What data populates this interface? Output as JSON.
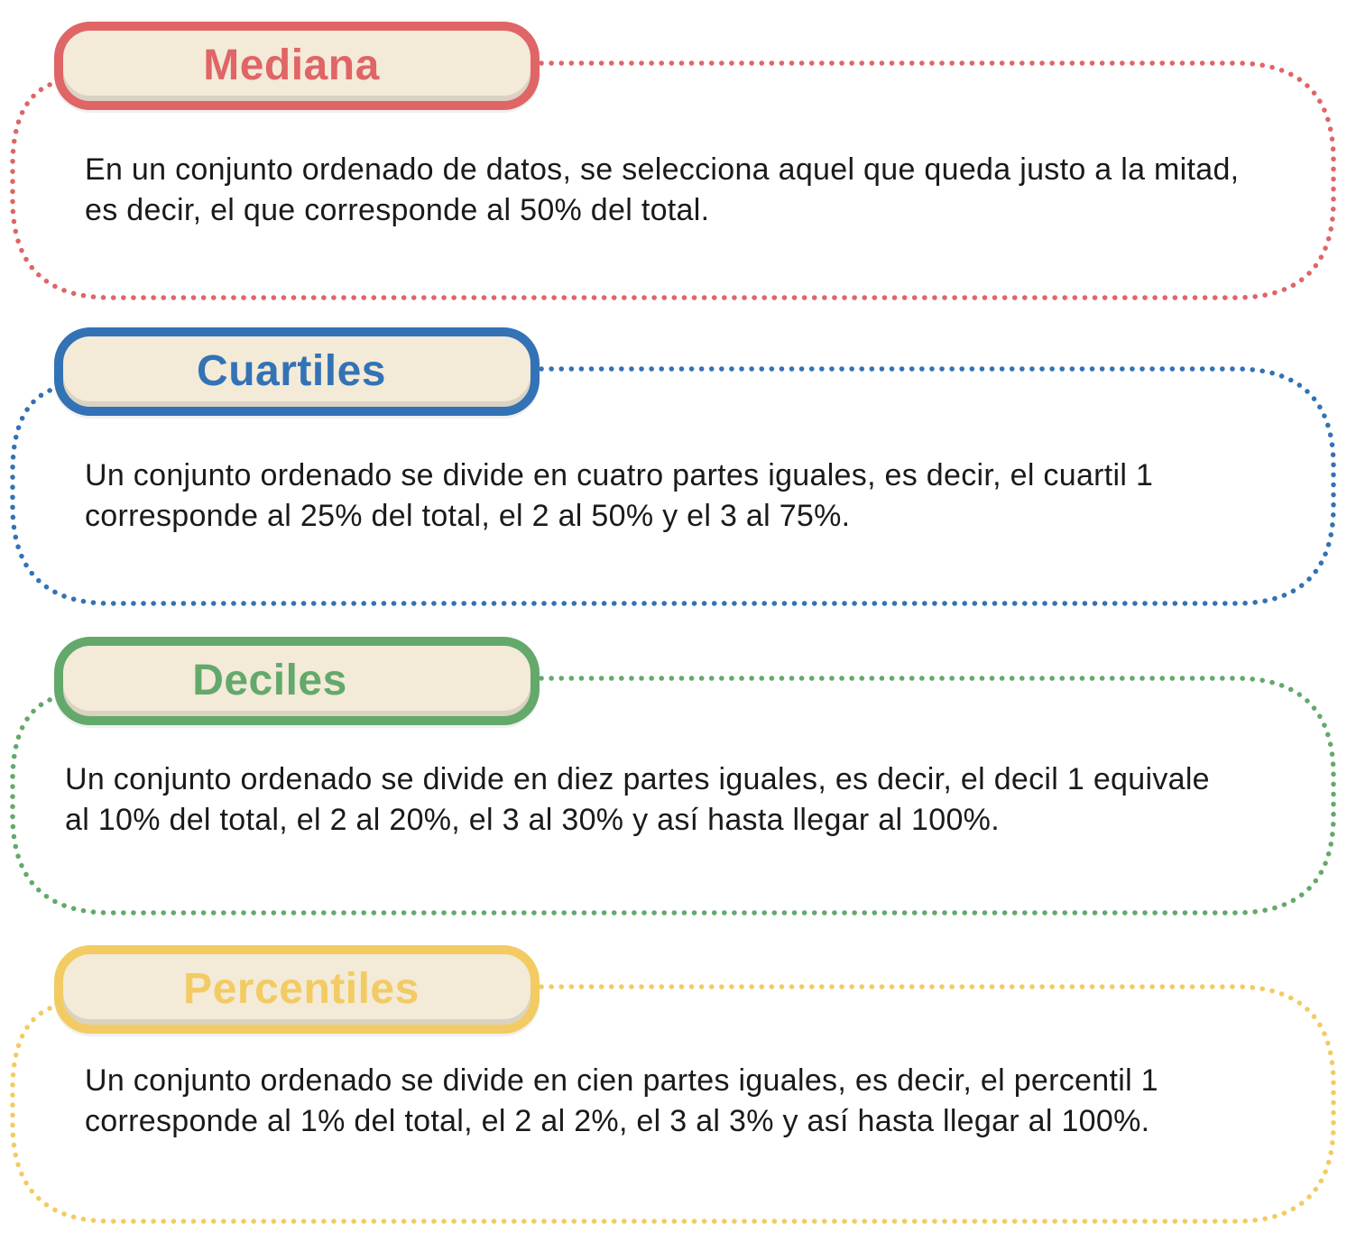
{
  "sections": [
    {
      "title": "Mediana",
      "color": "#e06566",
      "text": "En un conjunto ordenado de datos, se selecciona aquel que queda justo a la mitad, es decir, el que corresponde al 50% del total."
    },
    {
      "title": "Cuartiles",
      "color": "#3372b5",
      "text": "Un conjunto ordenado se divide en cuatro partes iguales, es decir, el cuartil 1 corresponde al 25% del total, el 2 al 50% y el 3 al 75%."
    },
    {
      "title": "Deciles",
      "color": "#63a96b",
      "text": "Un conjunto ordenado se divide en diez partes iguales, es decir, el decil 1 equivale al 10% del total, el 2 al 20%, el 3 al 30% y así hasta llegar al 100%."
    },
    {
      "title": "Percentiles",
      "color": "#f2cb62",
      "text": "Un conjunto ordenado se divide en cien partes iguales, es decir, el percentil 1 corresponde al 1% del total, el 2 al 2%, el 3 al 3% y así hasta llegar al 100%."
    }
  ]
}
